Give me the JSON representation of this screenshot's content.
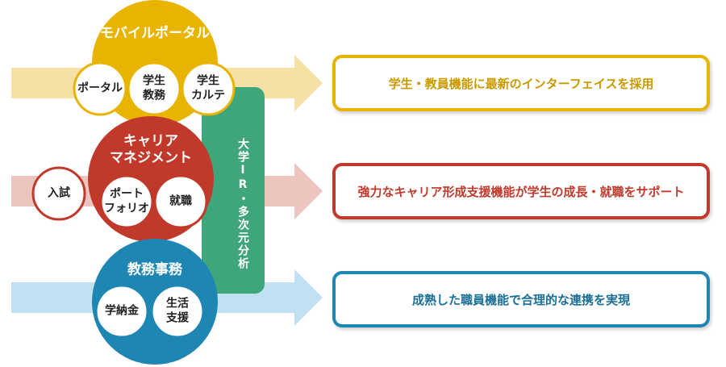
{
  "colors": {
    "yellow": "#e8b400",
    "red": "#c0392b",
    "blue": "#1e86b3",
    "green": "#3fa57a",
    "arrow_yellow": "#f5e0a6",
    "arrow_red": "#ecc6be",
    "arrow_blue": "#bfe1f2"
  },
  "rows": [
    {
      "title": "モバイルポータル",
      "subs": [
        "ポータル",
        "学生\n教務",
        "学生\nカルテ"
      ],
      "result": "学生・教員機能に最新のインターフェイスを採用"
    },
    {
      "title": "キャリア\nマネジメント",
      "subs": [
        "入試",
        "ポート\nフォリオ",
        "就職"
      ],
      "result": "強力なキャリア形成支援機能が学生の成長・就職をサポート"
    },
    {
      "title": "教務事務",
      "subs": [
        "学納金",
        "生活\n支援"
      ],
      "result": "成熟した職員機能で合理的な連携を実現"
    }
  ],
  "center_bar": {
    "label": "大学IR・多次元分析"
  }
}
